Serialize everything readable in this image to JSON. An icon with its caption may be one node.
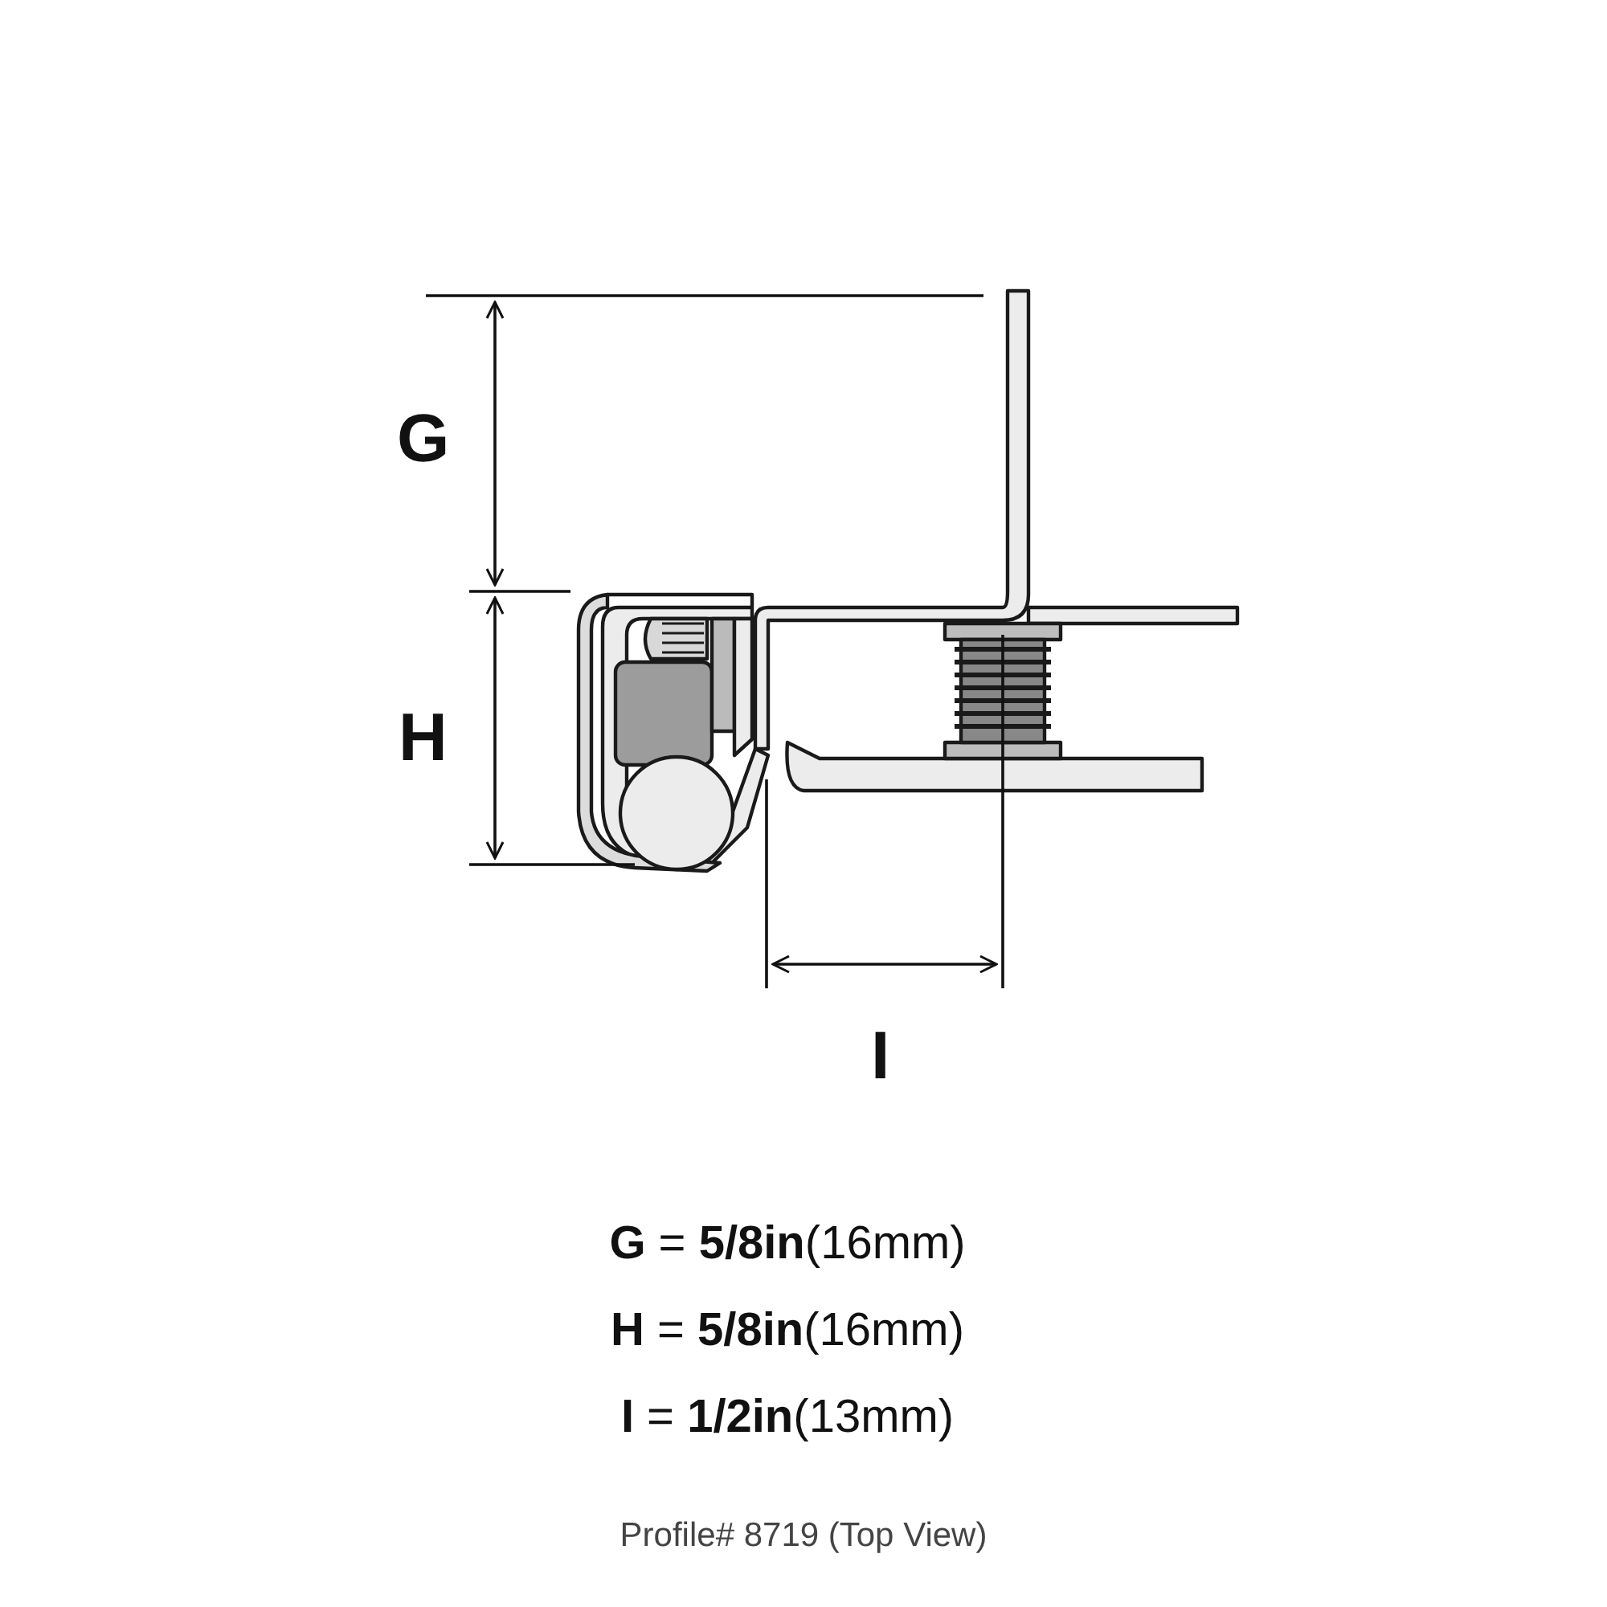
{
  "diagram": {
    "caption": "Profile# 8719 (Top View)",
    "labels": [
      "G",
      "H",
      "I",
      "**G** = **5/8in**(16mm)",
      "**H** = **5/8in**(16mm)",
      "**I** = **1/2in**(13mm)"
    ]
  }
}
